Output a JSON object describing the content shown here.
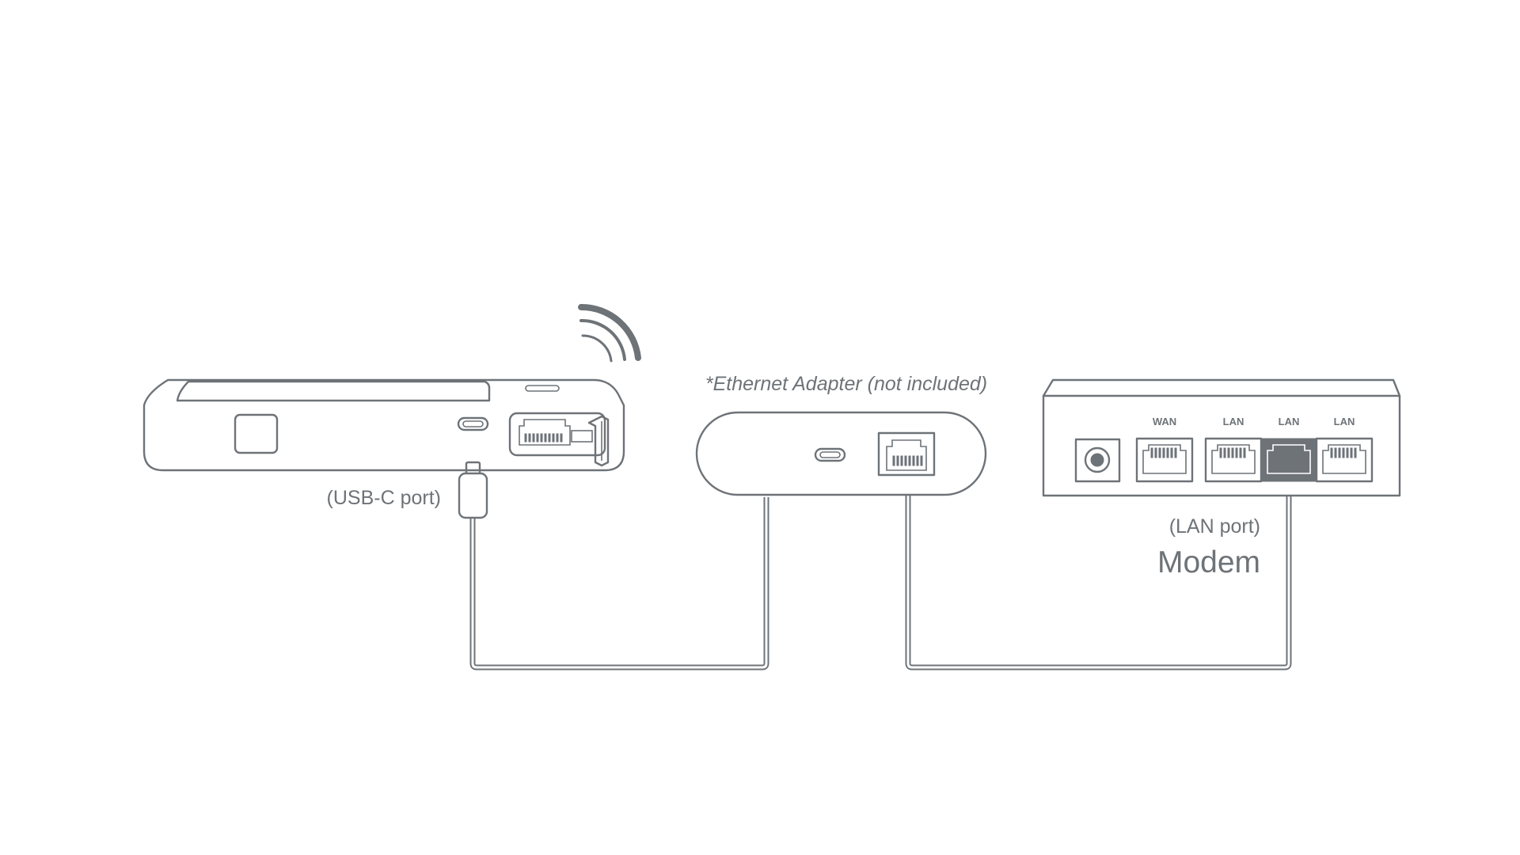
{
  "labels": {
    "usb_c_port": "(USB-C port)",
    "ethernet_adapter": "*Ethernet Adapter (not included)",
    "lan_port": "(LAN port)",
    "modem": "Modem"
  },
  "modem_ports": [
    "WAN",
    "LAN",
    "LAN",
    "LAN"
  ],
  "highlighted_port_index": 2,
  "colors": {
    "line": "#6e7378",
    "background": "#ffffff"
  },
  "icons": [
    "wifi-signal-icon",
    "ethernet-port-icon",
    "usb-c-port-icon",
    "power-jack-icon"
  ]
}
